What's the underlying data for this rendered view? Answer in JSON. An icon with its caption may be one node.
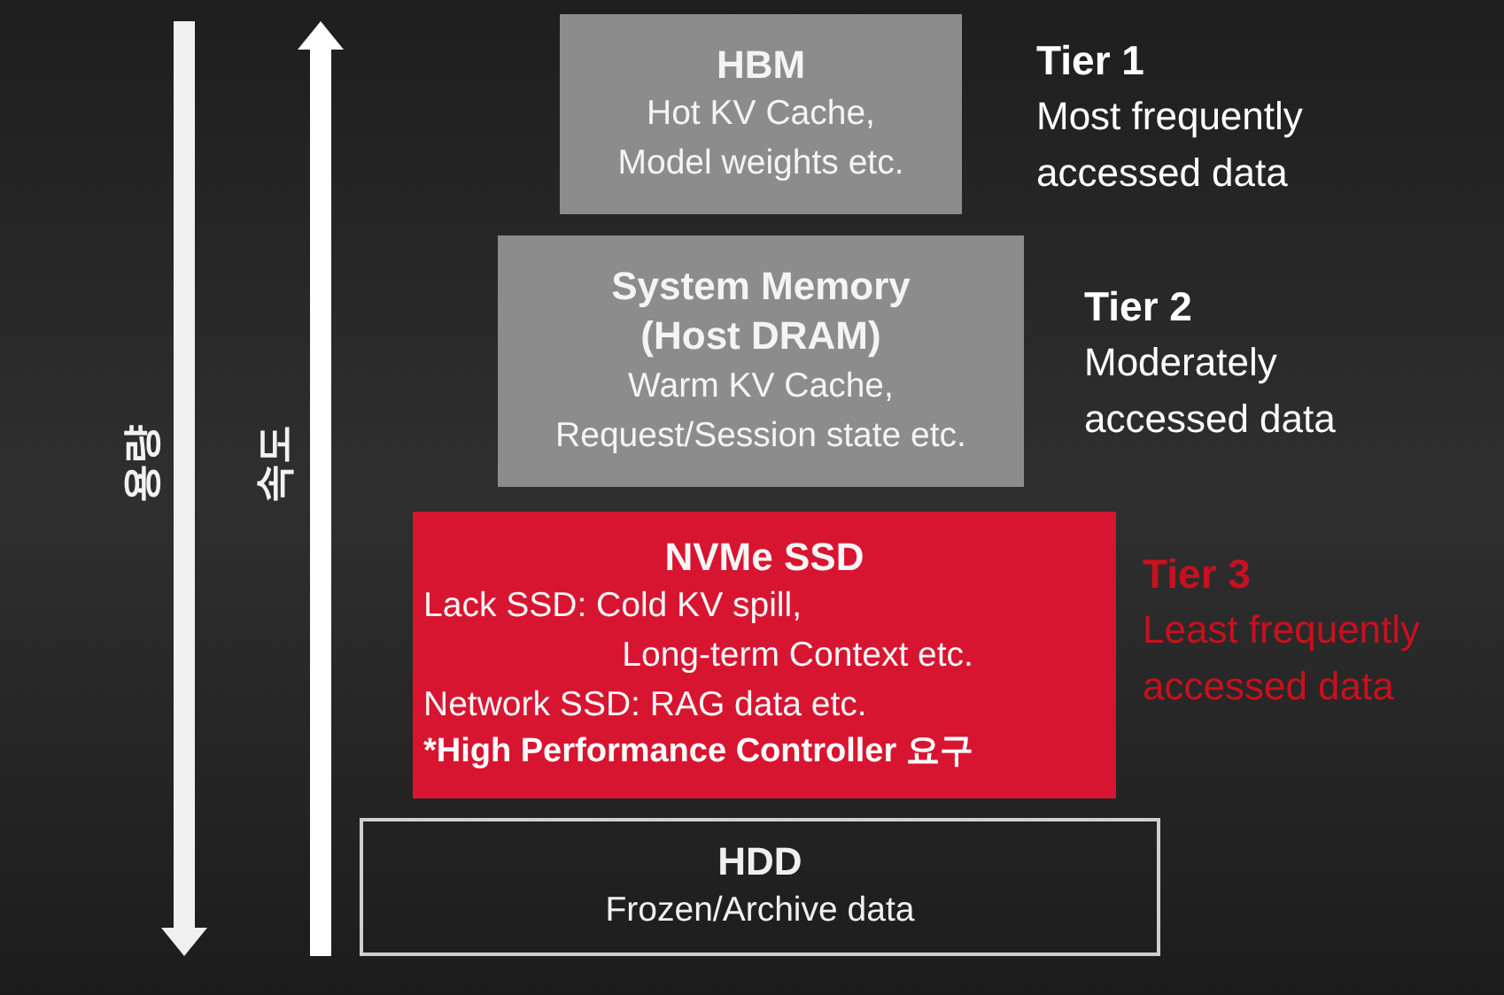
{
  "diagram": {
    "nodes": [
      {
        "text": [
          "HBM",
          "Hot KV Cache, Model weights etc."
        ],
        "beside": [
          "Tier 1",
          "Most frequently accessed data"
        ]
      },
      {
        "text": [
          "System Memory (Host DRAM)",
          "Warm KV Cache, Request/Session state etc."
        ],
        "beside": [
          "Tier 2",
          "Moderately accessed data"
        ]
      },
      {
        "text": [
          "NVMe SSD",
          "Lack SSD: Cold KV spill, Long-term Context etc.",
          "Network SSD: RAG data etc.",
          "*High Performance Controller 요구"
        ],
        "beside": [
          "Tier 3",
          "Least frequently accessed data"
        ]
      },
      {
        "text": [
          "HDD",
          "Frozen/Archive data"
        ]
      }
    ],
    "labels": [
      "용량",
      "속도"
    ]
  }
}
